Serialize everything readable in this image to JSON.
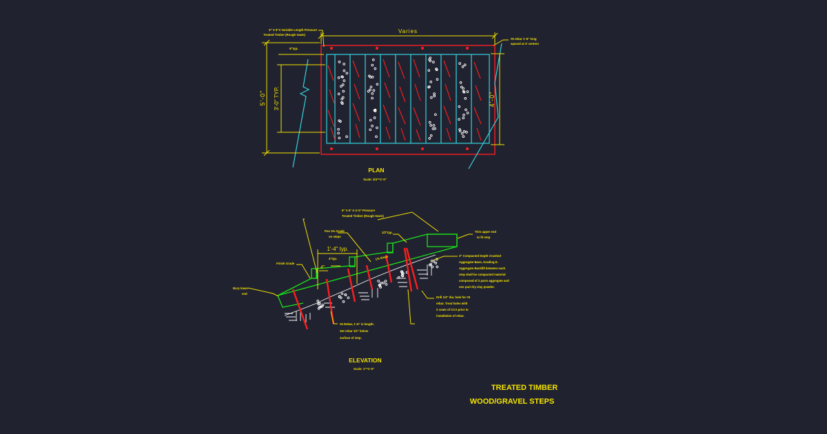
{
  "colors": {
    "background": "#212230",
    "timber": "#e11d24",
    "rebar_red": "#ff1f1f",
    "cyan": "#33d6e0",
    "yellow": "#f4e400",
    "green": "#19e619",
    "white": "#ffffff"
  },
  "plan": {
    "title": "PLAN",
    "scale": "Scale: 3/4\"=1'-0\"",
    "dim_varies": "Varies",
    "dim_5ft": "5'-0\"",
    "dim_3ft": "3'-0\" TYP.",
    "dim_4ft": "4'-0\"",
    "dim_6typ": "6\"typ.",
    "note_timber_line1": "6\" X 6\"X Variable Length Pressure",
    "note_timber_line2": "Treated Timber (Rough Sawn)",
    "note_rebar_line1": "#6 rebar 1'-6\" long",
    "note_rebar_line2": "spaced at 3' centers"
  },
  "elevation": {
    "title": "ELEVATION",
    "scale": "Scale: 1\"=1'-0\"",
    "note_timber_line1": "6\" X 6\" X 4'-0\" Pressure",
    "note_timber_line2": "Treated Timber (Rough Sawn)",
    "note_grade_line1": "Pos 1% Grade",
    "note_grade_line2": "on steps",
    "note_half": "1/2\"typ.",
    "note_trim_line1": "Trim upper end",
    "note_trim_line2": "to fit step",
    "dim_14typ": "1'-4\" typ.",
    "dim_4typ": "4\"typ.",
    "dim_4": "4\"",
    "note_finish": "Finish Grade",
    "note_slope": "1% Slope",
    "note_bury_line1": "Bury lower",
    "note_bury_line2": "end",
    "note_agg_1": "3\" Compacted Depth Crushed",
    "note_agg_2": "Aggregate Base, Grading E.",
    "note_agg_3": "Aggregate Backfill between each",
    "note_agg_4": "step shall be compacted material",
    "note_agg_5": "composed of 2 parts aggregate and",
    "note_agg_6": "one part dry clay powder.",
    "note_rebar_1": "#6 Rebar, 1'-6\" in length.",
    "note_rebar_2": "Set rebar 1/2\" below",
    "note_rebar_3": "surface of step.",
    "note_drill_1": "Drill 1/2\" dia. hole for #6",
    "note_drill_2": "rebar. Treat holes with",
    "note_drill_3": "2 coats of CCA prior to",
    "note_drill_4": "installation of rebar."
  },
  "title_block": {
    "line1": "TREATED TIMBER",
    "line2": "WOOD/GRAVEL STEPS"
  }
}
